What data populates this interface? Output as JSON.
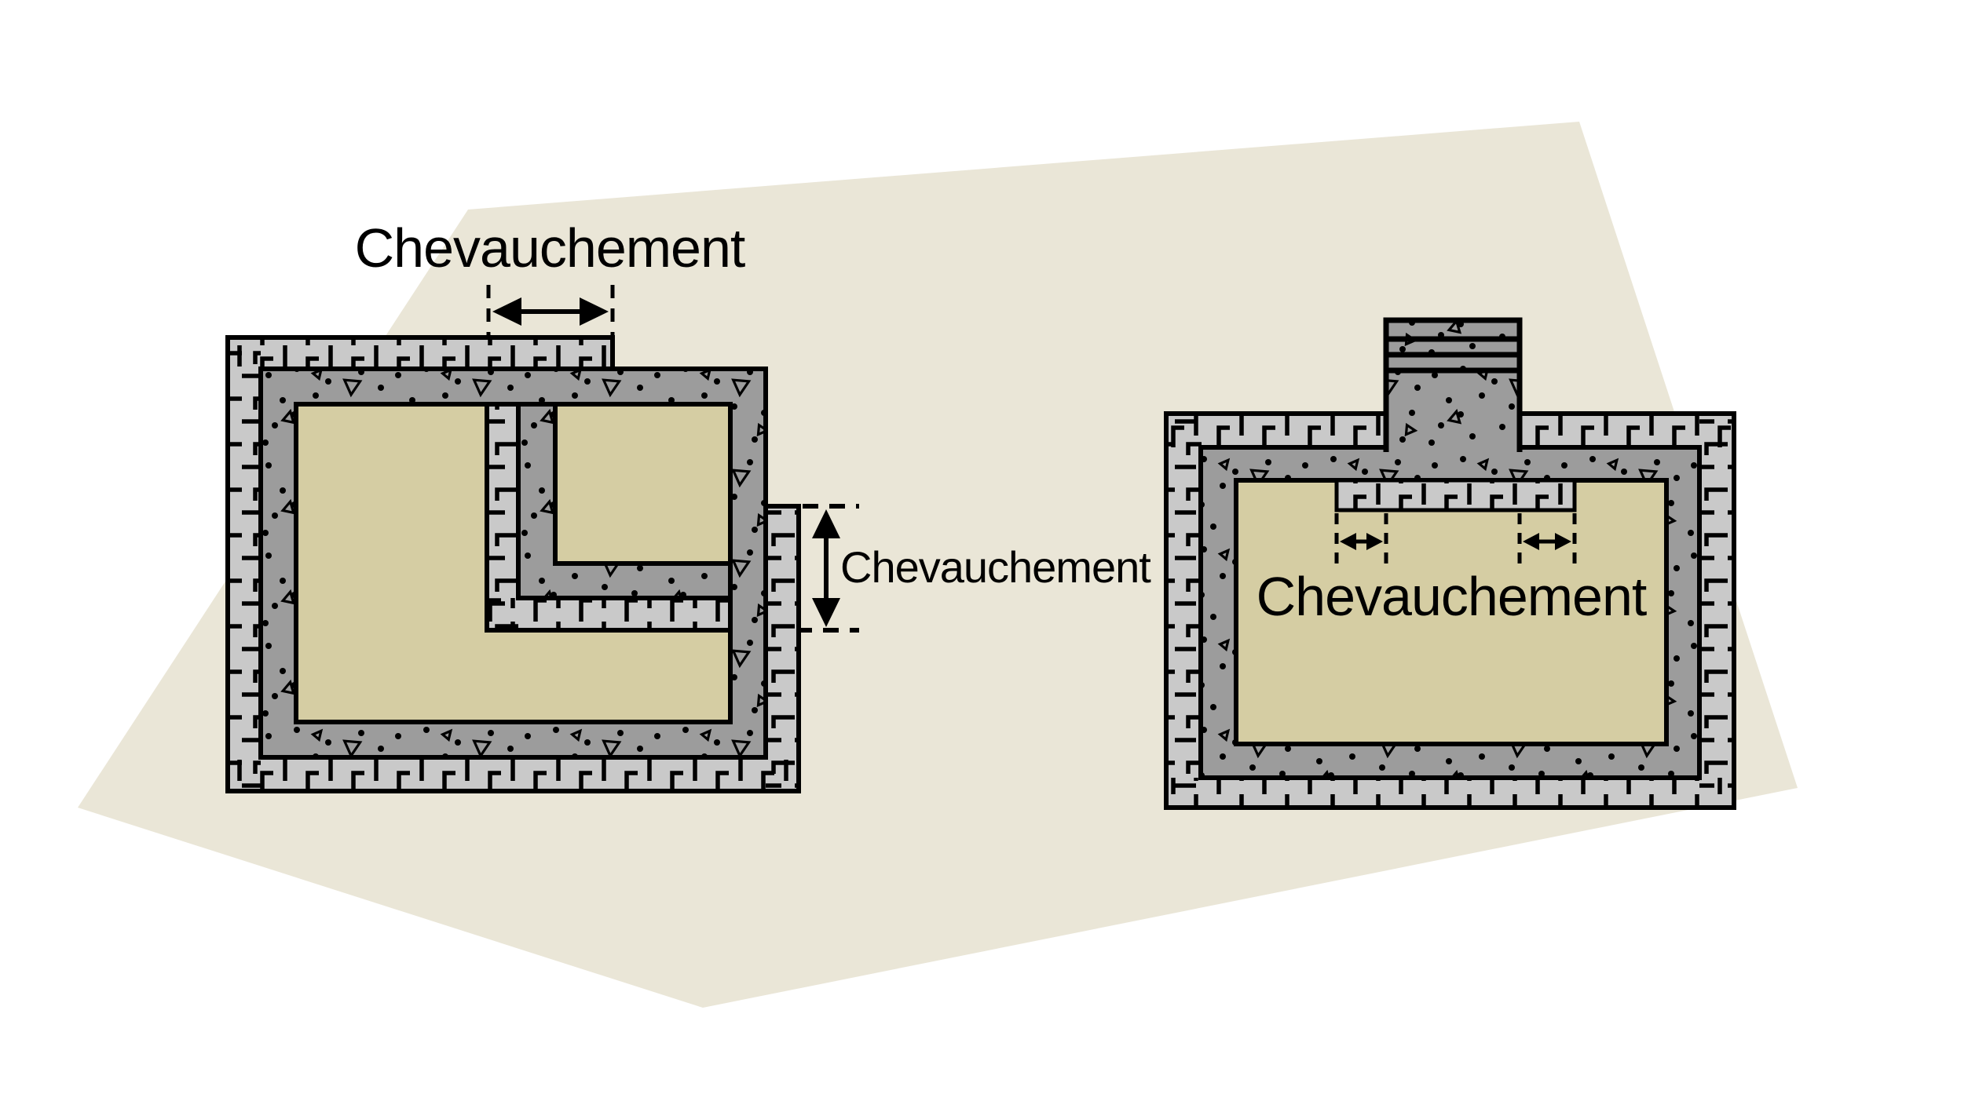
{
  "figure": {
    "type": "technical-cross-section-diagram",
    "labels": {
      "overlap_top_left": "Chevauchement",
      "overlap_middle": "Chevauchement",
      "overlap_right": "Chevauchement"
    },
    "colors": {
      "page_background": "#ffffff",
      "ground_fill": "#eae6d7",
      "membrane_light": "#c9c9c9",
      "liner_dark": "#9c9c9c",
      "soil_fill": "#d5cda3",
      "outline": "#000000"
    }
  }
}
